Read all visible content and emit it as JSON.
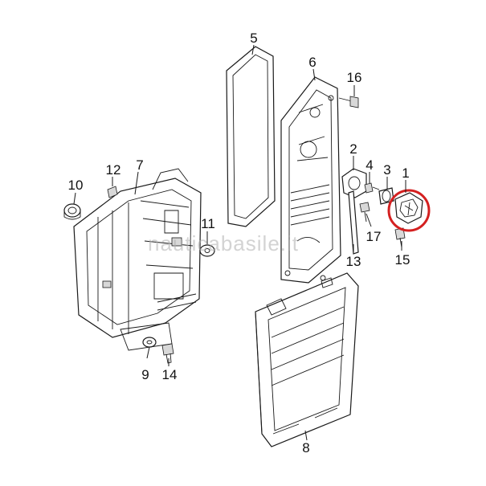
{
  "callouts": [
    {
      "id": "p1",
      "label": "1"
    },
    {
      "id": "p2",
      "label": "2"
    },
    {
      "id": "p3",
      "label": "3"
    },
    {
      "id": "p4",
      "label": "4"
    },
    {
      "id": "p5",
      "label": "5"
    },
    {
      "id": "p6",
      "label": "6"
    },
    {
      "id": "p7",
      "label": "7"
    },
    {
      "id": "p8",
      "label": "8"
    },
    {
      "id": "p9",
      "label": "9"
    },
    {
      "id": "p10",
      "label": "10"
    },
    {
      "id": "p11",
      "label": "11"
    },
    {
      "id": "p12",
      "label": "12"
    },
    {
      "id": "p13",
      "label": "13"
    },
    {
      "id": "p14",
      "label": "14"
    },
    {
      "id": "p15",
      "label": "15"
    },
    {
      "id": "p16",
      "label": "16"
    },
    {
      "id": "p17",
      "label": "17"
    }
  ],
  "highlight": {
    "part": "1",
    "color": "#d42020"
  },
  "watermark": "nauticabasile.it"
}
